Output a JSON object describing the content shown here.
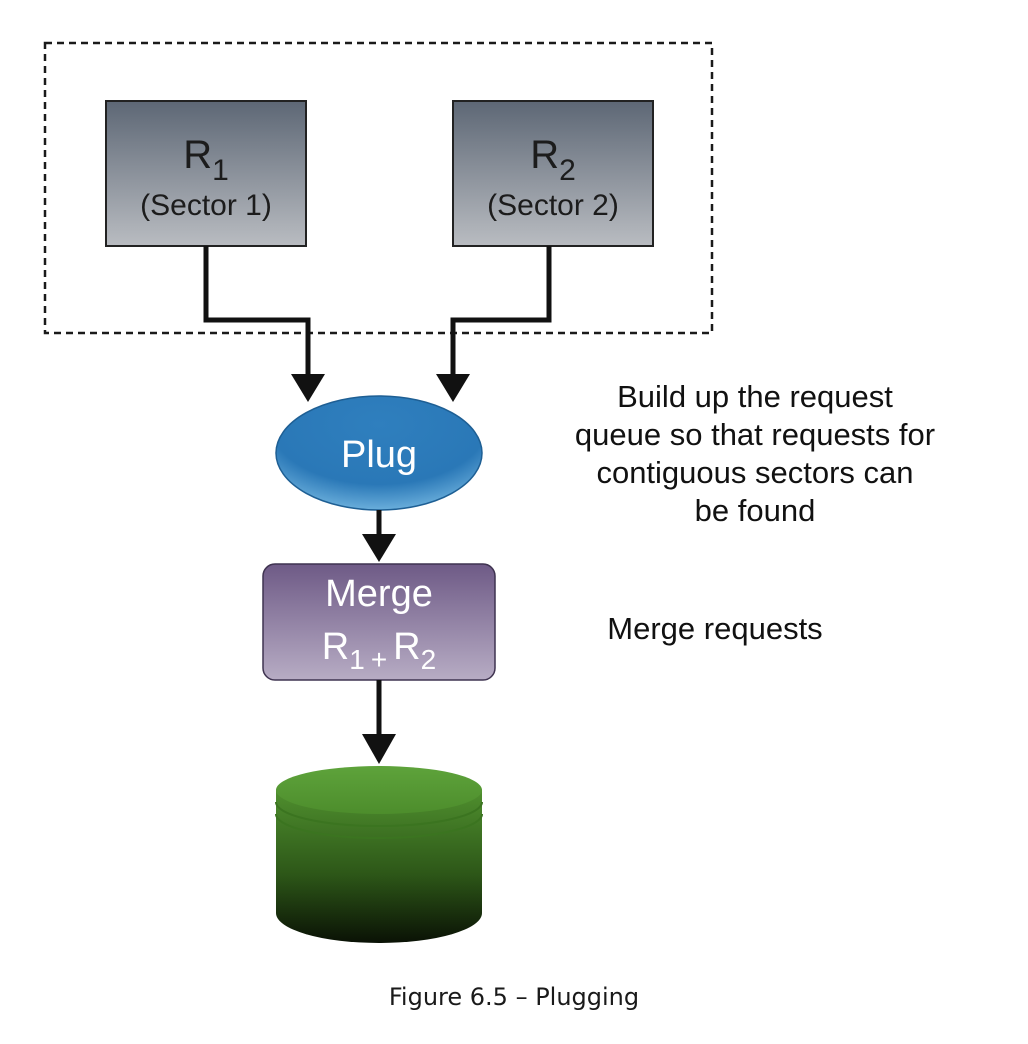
{
  "diagram": {
    "nodes": {
      "r1": {
        "label": "R",
        "subscript": "1",
        "sublabel": "(Sector 1)"
      },
      "r2": {
        "label": "R",
        "subscript": "2",
        "sublabel": "(Sector 2)"
      },
      "plug": {
        "label": "Plug"
      },
      "merge": {
        "label": "Merge",
        "expr_a": "R",
        "expr_a_sub": "1",
        "operator": "+",
        "expr_b": "R",
        "expr_b_sub": "2"
      },
      "disk": {}
    },
    "annotations": {
      "plug_note_lines": [
        "Build up the request",
        "queue so that requests for",
        "contiguous sectors can",
        "be found"
      ],
      "merge_note": "Merge requests"
    },
    "caption": "Figure 6.5 – Plugging",
    "colors": {
      "sector_box_top": "#5d6775",
      "sector_box_bottom": "#b9bcc1",
      "plug_fill_top": "#1f6fae",
      "plug_fill_bottom": "#4a97cf",
      "merge_fill_top": "#6e5a86",
      "merge_fill_bottom": "#b7acc4",
      "disk_top": "#5a9f38",
      "disk_bottom": "#0b1406"
    }
  }
}
